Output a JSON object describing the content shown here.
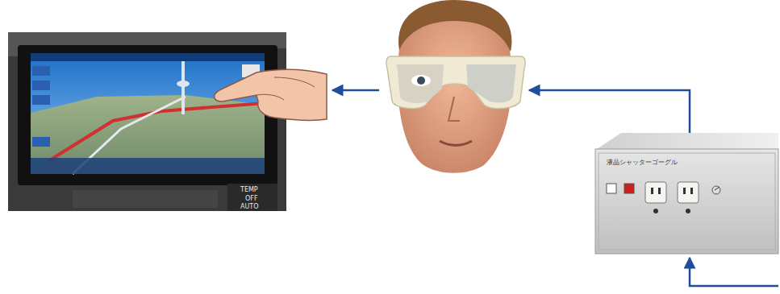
{
  "diagram": {
    "labels": [
      "TEMP",
      "OFF",
      "AUTO",
      "液晶シャッターゴーグル"
    ]
  }
}
